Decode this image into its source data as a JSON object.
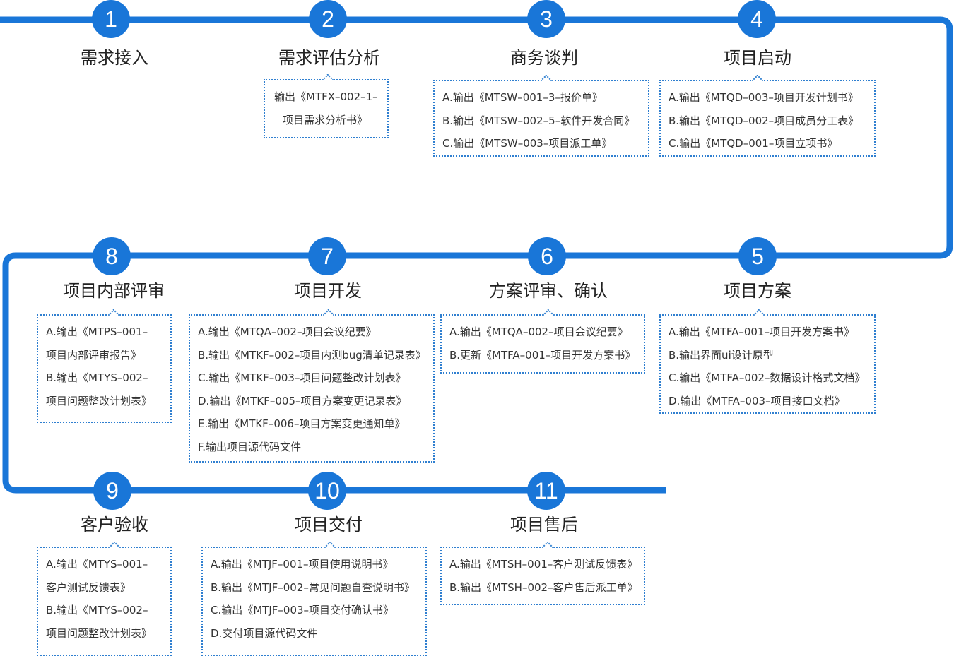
{
  "colors": {
    "accent": "#1976d8",
    "box_border": "#2f7fd0"
  },
  "steps": [
    {
      "num": "1",
      "title": "需求接入",
      "lines": []
    },
    {
      "num": "2",
      "title": "需求评估分析",
      "lines": [
        "输出《MTFX–002–1–",
        "项目需求分析书》"
      ]
    },
    {
      "num": "3",
      "title": "商务谈判",
      "lines": [
        "A.输出《MTSW–001–3–报价单》",
        "B.输出《MTSW–002–5–软件开发合同》",
        "C.输出《MTSW–003–项目派工单》"
      ]
    },
    {
      "num": "4",
      "title": "项目启动",
      "lines": [
        "A.输出《MTQD–003–项目开发计划书》",
        "B.输出《MTQD–002–项目成员分工表》",
        "C.输出《MTQD–001–项目立项书》"
      ]
    },
    {
      "num": "5",
      "title": "项目方案",
      "lines": [
        "A.输出《MTFA–001–项目开发方案书》",
        "B.输出界面ui设计原型",
        "C.输出《MTFA–002–数据设计格式文档》",
        "D.输出《MTFA–003–项目接口文档》"
      ]
    },
    {
      "num": "6",
      "title": "方案评审、确认",
      "lines": [
        "A.输出《MTQA–002–项目会议纪要》",
        "B.更新《MTFA–001–项目开发方案书》"
      ]
    },
    {
      "num": "7",
      "title": "项目开发",
      "lines": [
        "A.输出《MTQA–002–项目会议纪要》",
        "B.输出《MTKF–002–项目内测bug清单记录表》",
        "C.输出《MTKF–003–项目问题整改计划表》",
        "D.输出《MTKF–005–项目方案变更记录表》",
        "E.输出《MTKF–006–项目方案变更通知单》",
        "F.输出项目源代码文件"
      ]
    },
    {
      "num": "8",
      "title": "项目内部评审",
      "lines": [
        "A.输出《MTPS–001–",
        "项目内部评审报告》",
        "B.输出《MTYS–002–",
        "项目问题整改计划表》"
      ]
    },
    {
      "num": "9",
      "title": "客户验收",
      "lines": [
        "A.输出《MTYS–001–",
        "客户测试反馈表》",
        "B.输出《MTYS–002–",
        "项目问题整改计划表》"
      ]
    },
    {
      "num": "10",
      "title": "项目交付",
      "lines": [
        "A.输出《MTJF–001–项目使用说明书》",
        "B.输出《MTJF–002–常见问题自查说明书》",
        "C.输出《MTJF–003–项目交付确认书》",
        "D.交付项目源代码文件"
      ]
    },
    {
      "num": "11",
      "title": "项目售后",
      "lines": [
        "A.输出《MTSH–001–客户测试反馈表》",
        "B.输出《MTSH–002–客户售后派工单》"
      ]
    }
  ]
}
